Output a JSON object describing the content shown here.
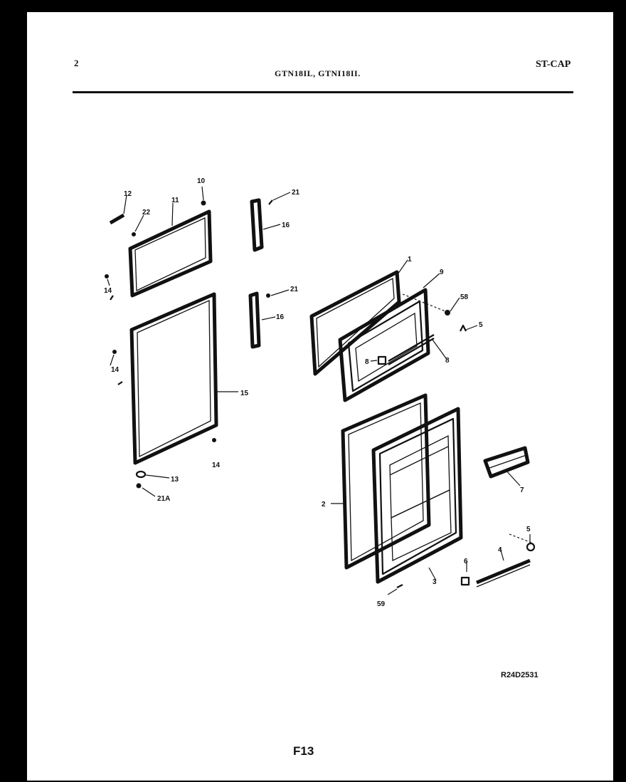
{
  "header": {
    "page_number": "2",
    "models": "GTN18IL, GTNI18II.",
    "section_code": "ST-CAP"
  },
  "diagram": {
    "labels": [
      "12",
      "11",
      "10",
      "22",
      "14",
      "15",
      "13",
      "21A",
      "21",
      "16",
      "1",
      "9",
      "58",
      "5",
      "8",
      "6",
      "7",
      "2",
      "3",
      "4",
      "59"
    ]
  },
  "footer": {
    "reference": "R24D2531",
    "figure": "F13"
  }
}
